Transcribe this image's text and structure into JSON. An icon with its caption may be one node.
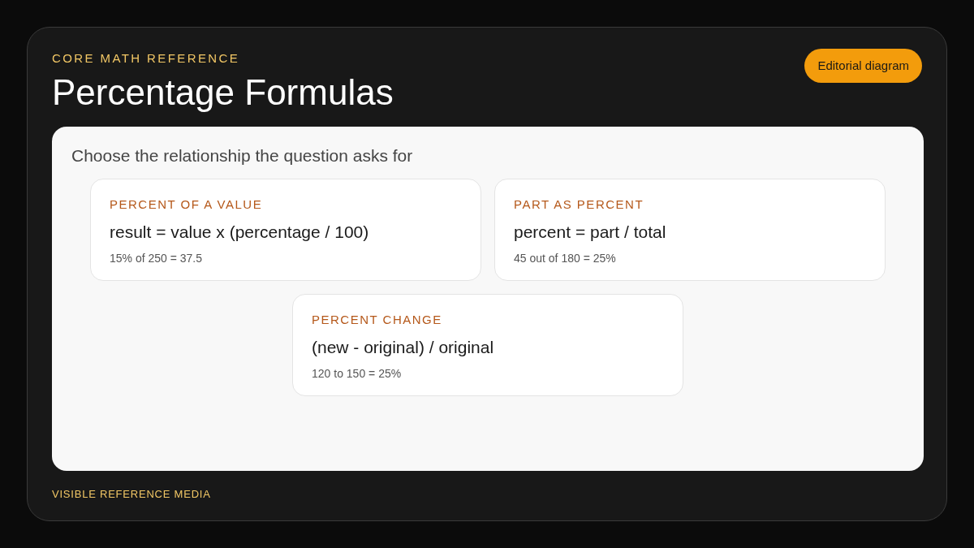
{
  "diagram": {
    "title": "Percentage Formulas",
    "nodes": [
      {
        "text": [
          "Choose the relationship the question asks for"
        ]
      },
      {
        "text": [
          "PERCENT OF A VALUE",
          "result = value x (percentage / 100)",
          "15% of 250 = 37.5"
        ],
        "in": 0
      },
      {
        "text": [
          "PART AS PERCENT",
          "percent = part / total",
          "45 out of 180 = 25%"
        ],
        "in": 0
      },
      {
        "text": [
          "PERCENT CHANGE",
          "(new - original) / original",
          "120 to 150 = 25%"
        ],
        "in": 0
      }
    ],
    "labels": [
      "CORE MATH REFERENCE",
      "Editorial diagram",
      "VISIBLE REFERENCE MEDIA"
    ]
  }
}
